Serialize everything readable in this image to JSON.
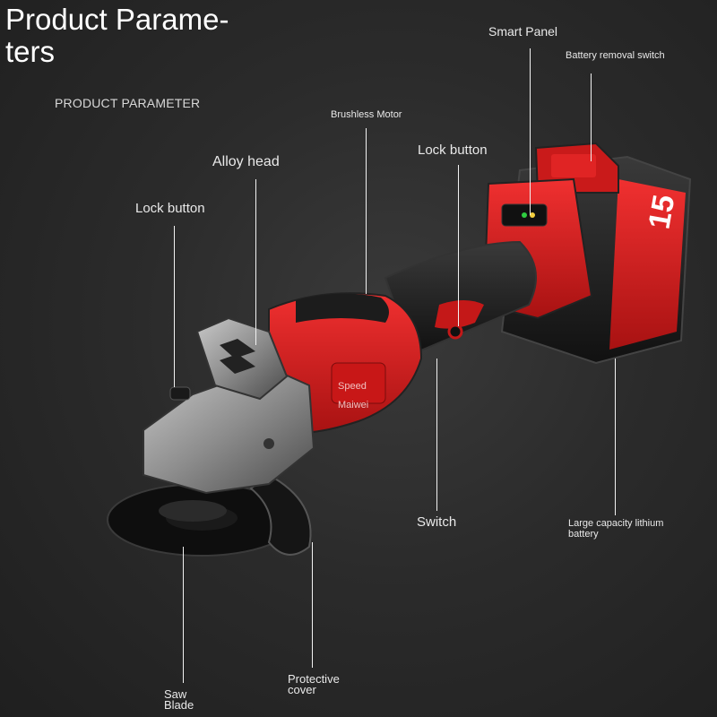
{
  "title": "Product Parame-ters",
  "subtitle": "PRODUCT PARAMETER",
  "labels": {
    "smart_panel": "Smart Panel",
    "battery_removal_switch": "Battery removal switch",
    "brushless_motor": "Brushless Motor",
    "lock_button_right": "Lock button",
    "alloy_head": "Alloy head",
    "lock_button_left": "Lock button",
    "switch": "Switch",
    "large_capacity_battery": "Large capacity lithium battery",
    "saw_blade": "Saw Blade",
    "protective_cover": "Protective cover"
  },
  "product_text": {
    "battery_capacity": "15",
    "speed_label": "Speed",
    "brand_label": "Maiwei"
  },
  "colors": {
    "accent_red": "#d81e1e",
    "body_black": "#1c1c1c",
    "metal_gray": "#8a8a8a"
  }
}
